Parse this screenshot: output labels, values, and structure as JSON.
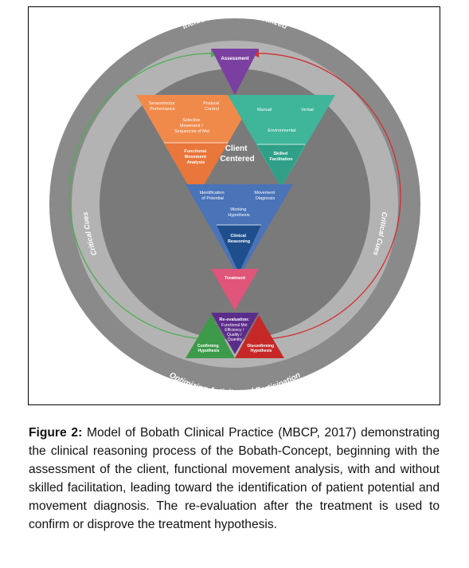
{
  "diagram": {
    "top_arc_label": "Inclusive and Individualized",
    "bottom_arc_label": "Optimizing Activity and Participation",
    "left_cues_label": "Critical Cues",
    "right_cues_label": "Critical Cues",
    "center_label_line1": "Client",
    "center_label_line2": "Centered",
    "assessment": "Assessment",
    "orange": {
      "top_left": [
        "Sensorimotor",
        "Performance"
      ],
      "top_right": [
        "Postural",
        "Control"
      ],
      "middle": [
        "Selective",
        "Movement /",
        "Sequences of Mvt"
      ],
      "bottom": [
        "Functional",
        "Movement",
        "Analysis"
      ]
    },
    "green": {
      "top_left": [
        "Manual"
      ],
      "top_right": [
        "Verbal"
      ],
      "middle": [
        "Environmental"
      ],
      "bottom": [
        "Skilled",
        "Facilitation"
      ]
    },
    "blue": {
      "top_left": [
        "Identification",
        "of Potential"
      ],
      "top_right": [
        "Movement",
        "Diagnosis"
      ],
      "middle": [
        "Working",
        "Hypothesis"
      ],
      "bottom": [
        "Clinical",
        "Reasoning"
      ]
    },
    "treatment": "Treatment",
    "reevaluation": {
      "title": "Re-evaluation:",
      "lines": [
        "Functional Mvt",
        "Efficiency /",
        "Quality /",
        "Quantity"
      ]
    },
    "confirming": [
      "Confirming",
      "Hypothesis"
    ],
    "disconfirming": [
      "Disconfirming",
      "Hypothesis"
    ],
    "colors": {
      "outer_ring": "#8a8a8a",
      "middle_ring": "#b0b0b0",
      "inner_disc": "#7a7a7a",
      "purple": "#7a3fa0",
      "orange": "#f08a4b",
      "teal": "#3fb59a",
      "blue": "#4a73b8",
      "pink": "#e0557a",
      "green_arrow": "#4caf50",
      "red_arrow": "#d32f2f"
    }
  },
  "caption": {
    "label": "Figure 2:",
    "text": " Model of Bobath Clinical Practice (MBCP, 2017) demonstrating the clinical reasoning process of the Bobath-Concept, beginning with the assessment of the client, functional movement analysis, with and without skilled facilitation, leading toward the identification of patient potential and movement diagnosis. The re-evaluation after the treatment is used to confirm or disprove the treatment hypothesis."
  }
}
